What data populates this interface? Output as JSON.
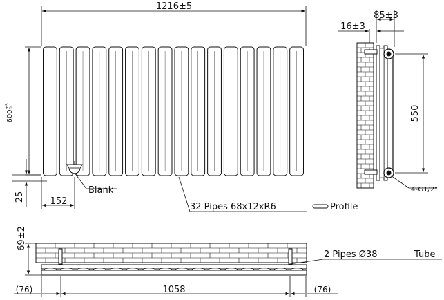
{
  "front_view": {
    "width_dim": "1216±5",
    "height_dim": "600",
    "height_tol_upper": "+5",
    "height_tol_lower": "0",
    "pipe_spacing_dim": "152",
    "bottom_clearance_dim": "25",
    "blank_label": "Blank",
    "pipes_label": "32 Pipes  68x12xR6",
    "profile_label": "Profile",
    "pipe_count_front": 16
  },
  "side_view": {
    "depth_dim": "85±3",
    "wall_gap_dim": "16±3",
    "bracket_centres_dim": "550",
    "connection_label": "4-G1/2\""
  },
  "plan_view": {
    "projection_dim": "69±2",
    "tube_label": "2 Pipes  Ø38",
    "tube_word": "Tube",
    "bracket_span_dim": "1058",
    "left_offset_dim": "(76)",
    "right_offset_dim": "(76)"
  },
  "colors": {
    "line": "#111111",
    "background": "#ffffff"
  }
}
